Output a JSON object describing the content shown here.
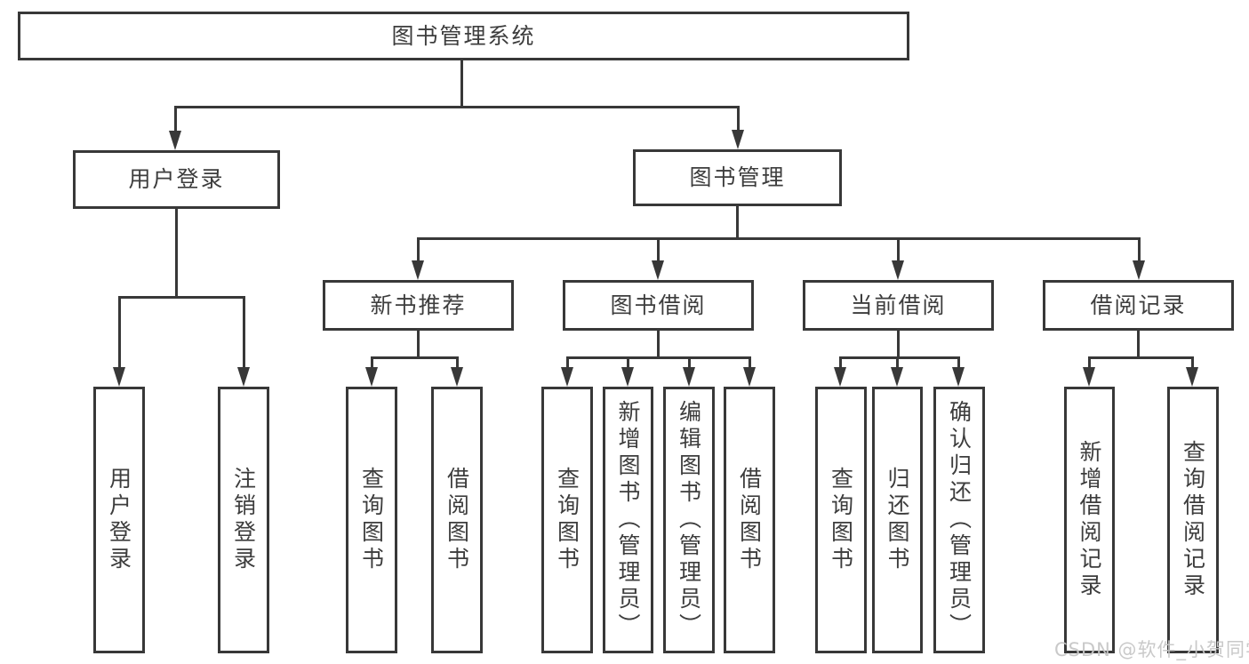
{
  "colors": {
    "line": "#383838",
    "box_border": "#383838",
    "text": "#3d3d3d",
    "background": "#ffffff",
    "watermark": "#c6c6c6"
  },
  "watermark": {
    "text": "CSDN @软件_小贺同学"
  },
  "tree": {
    "root": "图书管理系统",
    "branches": [
      {
        "label": "用户登录",
        "children": [
          {
            "label": "用户登录"
          },
          {
            "label": "注销登录"
          }
        ]
      },
      {
        "label": "图书管理",
        "children": [
          {
            "label": "新书推荐",
            "children": [
              {
                "label": "查询图书"
              },
              {
                "label": "借阅图书"
              }
            ]
          },
          {
            "label": "图书借阅",
            "children": [
              {
                "label": "查询图书"
              },
              {
                "label": "新增图书（管理员）"
              },
              {
                "label": "编辑图书（管理员）"
              },
              {
                "label": "借阅图书"
              }
            ]
          },
          {
            "label": "当前借阅",
            "children": [
              {
                "label": "查询图书"
              },
              {
                "label": "归还图书"
              },
              {
                "label": "确认归还（管理员）"
              }
            ]
          },
          {
            "label": "借阅记录",
            "children": [
              {
                "label": "新增借阅记录"
              },
              {
                "label": "查询借阅记录"
              }
            ]
          }
        ]
      }
    ]
  }
}
